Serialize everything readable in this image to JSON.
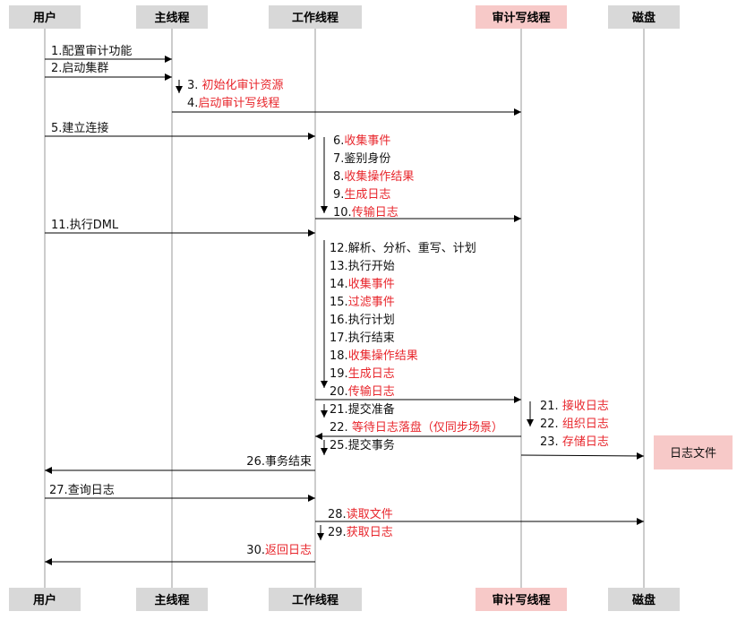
{
  "participants": [
    {
      "id": "user",
      "label": "用户",
      "color": "#d8d8d8"
    },
    {
      "id": "main",
      "label": "主线程",
      "color": "#d8d8d8"
    },
    {
      "id": "worker",
      "label": "工作线程",
      "color": "#d8d8d8"
    },
    {
      "id": "audit",
      "label": "审计写线程",
      "color": "#f7c9c8"
    },
    {
      "id": "disk",
      "label": "磁盘",
      "color": "#d8d8d8"
    }
  ],
  "log_file": {
    "label": "日志文件",
    "color": "#f7c9c8"
  },
  "colors": {
    "highlight": "#e8262c",
    "line": "#000000",
    "lifeline": "#9a9a9a"
  },
  "messages": [
    {
      "prefix": "1.",
      "text": "配置审计功能",
      "red": false
    },
    {
      "prefix": "2.",
      "text": "启动集群",
      "red": false
    },
    {
      "prefix": "3. ",
      "text": "初始化审计资源",
      "red": true
    },
    {
      "prefix": "4.",
      "text": "启动审计写线程",
      "red": true
    },
    {
      "prefix": "5.",
      "text": "建立连接",
      "red": false
    },
    {
      "prefix": "6.",
      "text": "收集事件",
      "red": true
    },
    {
      "prefix": "7.",
      "text": "鉴别身份",
      "red": false
    },
    {
      "prefix": "8.",
      "text": "收集操作结果",
      "red": true
    },
    {
      "prefix": "9.",
      "text": "生成日志",
      "red": true
    },
    {
      "prefix": "10.",
      "text": "传输日志",
      "red": true
    },
    {
      "prefix": "11.",
      "text": "执行DML",
      "red": false
    },
    {
      "prefix": "12.",
      "text": "解析、分析、重写、计划",
      "red": false
    },
    {
      "prefix": "13.",
      "text": "执行开始",
      "red": false
    },
    {
      "prefix": "14.",
      "text": "收集事件",
      "red": true
    },
    {
      "prefix": "15.",
      "text": "过滤事件",
      "red": true
    },
    {
      "prefix": "16.",
      "text": "执行计划",
      "red": false
    },
    {
      "prefix": "17.",
      "text": "执行结束",
      "red": false
    },
    {
      "prefix": "18.",
      "text": "收集操作结果",
      "red": true
    },
    {
      "prefix": "19.",
      "text": "生成日志",
      "red": true
    },
    {
      "prefix": "20.",
      "text": "传输日志",
      "red": true
    },
    {
      "prefix": "21.",
      "text": "提交准备",
      "red": false
    },
    {
      "prefix": "21. ",
      "text": "接收日志",
      "red": true
    },
    {
      "prefix": "22. ",
      "text": "等待日志落盘（仅同步场景）",
      "red": true
    },
    {
      "prefix": "22. ",
      "text": "组织日志",
      "red": true
    },
    {
      "prefix": "25.",
      "text": "提交事务",
      "red": false
    },
    {
      "prefix": "23. ",
      "text": "存储日志",
      "red": true
    },
    {
      "prefix": "26.",
      "text": "事务结束",
      "red": false
    },
    {
      "prefix": "27.",
      "text": "查询日志",
      "red": false
    },
    {
      "prefix": "28.",
      "text": "读取文件",
      "red": true
    },
    {
      "prefix": "29.",
      "text": "获取日志",
      "red": true
    },
    {
      "prefix": "30.",
      "text": "返回日志",
      "red": true
    }
  ]
}
